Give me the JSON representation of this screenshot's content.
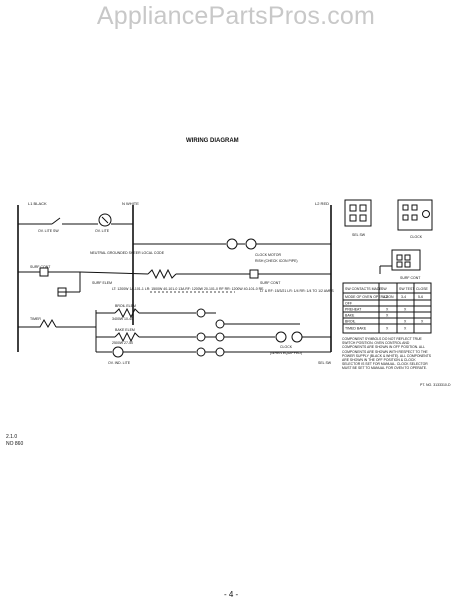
{
  "watermark": "AppliancePartsPros.com",
  "diagram": {
    "title": "WIRING DIAGRAM",
    "line_l1": "L1 BLACK",
    "line_n": "N WHITE",
    "line_l2": "L2 RED",
    "oven_light": "OV. LITE",
    "oven_light_sw": "OV. LITE SW",
    "neutral": "NEUTRAL\nGROUNDED\nSHEER LOCAL CODE",
    "clock_motor": "CLOCK MOTOR",
    "clock_motor_sub": "RISH\n(CHECK ICON PIPE)",
    "surf_cont_left": "SURF CONT",
    "surf_cont_right": "SURF CONT",
    "surf_elem": "SURF ELEM",
    "surf_ratings": "LT: 1200W 1A-101-1\nLR: 1500W 40-101-0 13A\nRF: 1200W 20-101-0 RF\nRR: 1200W 40-101-0 RF",
    "timer": "TIMER",
    "broil_elem": "BROIL ELEM",
    "broil_elem_sub": "3400W 10-40",
    "bake_elem": "BAKE ELEM",
    "bake_elem_sub": "2500W 27-50",
    "ov_ind_lite": "OV. IND. LITE",
    "sel_sw": "SEL SW",
    "clock": "CLOCK",
    "clock_sub": "(WHEN EQUIPPED)",
    "lt_rf": "LT & RF: 15/3/21\nLR: 1/4\nRR: 1/4 TO 1/2 AMPS",
    "sel_sw_inset": "SEL SW",
    "clock_inset": "CLOCK",
    "surf_cont_inset": "SURF CONT",
    "table_header": [
      "SW CONTACTS MADE",
      "SW",
      "SW TEST",
      "CLOSE"
    ],
    "table_rows": [
      [
        "MODE OF OVEN OPERATION",
        "1-2",
        "3-4",
        "5-6"
      ],
      [
        "OFF",
        "",
        "",
        ""
      ],
      [
        "PREHEAT",
        "X",
        "X",
        ""
      ],
      [
        "BAKE",
        "X",
        "",
        ""
      ],
      [
        "BROIL",
        "",
        "X",
        "X"
      ],
      [
        "TIMED BAKE",
        "X",
        "X",
        ""
      ]
    ],
    "note": "COMPONENT SYMBOLS DO NOT REFLECT TRUE SWITCH POSITION. OVEN CONTROL AND COMPONENTS ARE SHOWN IN OFF POSITION. ALL COMPONENTS ARE SHOWN WITH RESPECT TO THE POWER SUPPLY (BLACK & WHITE). ALL COMPONENTS ARE SHOWN IN THE OFF POSITION & CLOCK SELECTOR IS SET FOR MANUAL. CLOCK SELECTOR MUST BE SET TO MANUAL FOR OVEN TO OPERATE.",
    "part_no": "PT. NO. 3133310-D",
    "side_label_1": "2.1.0",
    "side_label_2": "NO 860",
    "page_no": "- 4 -"
  }
}
